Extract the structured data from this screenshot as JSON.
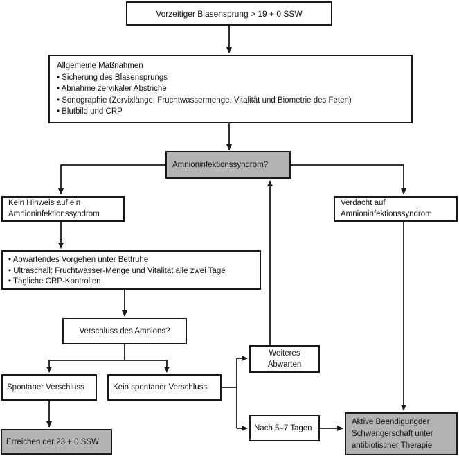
{
  "diagram": {
    "background": "#ffffff",
    "line_color": "#1a1a1a",
    "gray_fill": "#b3b3b3",
    "node_fill": "#ffffff"
  },
  "nodes": {
    "start": {
      "label": "Vorzeitiger Blasensprung > 19 + 0 SSW"
    },
    "general_measures": {
      "title": "Allgemeine Maßnahmen",
      "items": [
        "• Sicherung des Blasensprungs",
        "• Abnahme zervikaler Abstriche",
        "• Sonographie (Zervixlänge, Fruchtwassermenge, Vitalität und Biometrie des Feten)",
        "• Blutbild und CRP"
      ]
    },
    "infection_question": {
      "label": "Amnioninfektionssyndrom?"
    },
    "no_evidence": {
      "lines": [
        "Kein Hinweis auf ein",
        "Amnioninfektionssyndrom"
      ]
    },
    "suspicion": {
      "lines": [
        "Verdacht auf",
        "Amnioninfektionssyndrom"
      ]
    },
    "expectant_management": {
      "items": [
        "• Abwartendes Vorgehen unter Bettruhe",
        "• Ultraschall: Fruchtwasser-Menge und Vitalität alle zwei Tage",
        "• Tägliche CRP-Kontrollen"
      ]
    },
    "closure_question": {
      "label": "Verschluss des Amnions?"
    },
    "spontaneous_closure": {
      "label": "Spontaner Verschluss"
    },
    "no_spontaneous_closure": {
      "label": "Kein spontaner Verschluss"
    },
    "continue_waiting": {
      "lines": [
        "Weiteres",
        "Abwarten"
      ]
    },
    "after_5_7_days": {
      "label": "Nach 5–7 Tagen"
    },
    "reach_23_0_ssw": {
      "label": "Erreichen der 23 + 0 SSW"
    },
    "active_termination": {
      "lines": [
        "Aktive Beendigungder",
        "Schwangerschaft unter",
        "antibiotischer Therapie"
      ]
    }
  }
}
